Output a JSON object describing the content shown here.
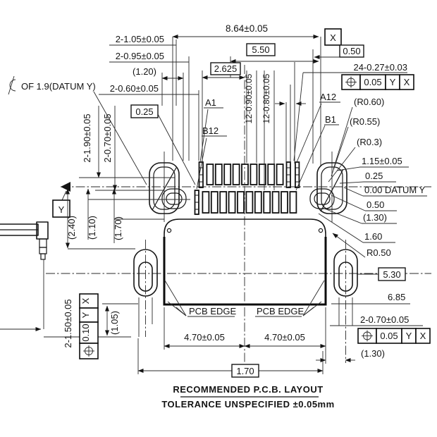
{
  "drawing": {
    "title_line1": "RECOMMENDED  P.C.B. LAYOUT",
    "title_line2": "TOLERANCE UNSPECIFIED ±0.05mm",
    "datum_x": "X",
    "datum_y": "Y",
    "top": {
      "dim_overall": "8.64±0.05",
      "dim_2x_105": "2-1.05±0.05",
      "dim_2x_095": "2-0.95±0.05",
      "dim_120": "(1.20)",
      "dim_2x_060": "2-0.60±0.05",
      "centerline_note": "OF 1.9(DATUM Y)",
      "box_550": "5.50",
      "box_2625": "2.625",
      "box_025": "0.25",
      "box_050": "0.50",
      "dim_24x": "24-0.27±0.03"
    },
    "pins": {
      "a1": "A1",
      "b12": "B12",
      "a12": "A12",
      "b1": "B1"
    },
    "row_dims": {
      "top_row": "12-0.90±0.05",
      "bottom_row": "12-0.80±0.05"
    },
    "vertical_left": {
      "dim_2x_190": "2-1.90±0.05",
      "dim_2x_070": "2-0.70±0.05",
      "dim_240": "(2.40)",
      "dim_110": "(1.10)",
      "dim_170": "(1.70)",
      "dim_105": "(1.05)",
      "dim_2x_150": "2-1.50±0.05"
    },
    "right": {
      "r060": "(R0.60)",
      "r055": "(R0.55)",
      "r03": "(R0.3)",
      "dim_115": "1.15±0.05",
      "dim_025": "0.25",
      "datum_line": "0.00 DATUM Y",
      "dim_050": "0.50",
      "dim_130": "(1.30)",
      "dim_160": "1.60",
      "r050": "R0.50",
      "box_530": "5.30",
      "dim_685": "6.85",
      "dim_2x_070": "2-0.70±0.05",
      "dim_130b": "(1.30)"
    },
    "bottom": {
      "pcb_edge_left": "PCB EDGE",
      "pcb_edge_right": "PCB EDGE",
      "dim_470_left": "4.70±0.05",
      "dim_470_right": "4.70±0.05",
      "box_170": "1.70"
    },
    "fcf": {
      "top": {
        "tol": "0.05",
        "d1": "Y",
        "d2": "X"
      },
      "right": {
        "tol": "0.05",
        "d1": "Y",
        "d2": "X"
      },
      "left": {
        "tol": "0.10",
        "d1": "Y",
        "d2": "X"
      }
    },
    "pads": {
      "top_count": 12,
      "bottom_count": 12
    }
  }
}
